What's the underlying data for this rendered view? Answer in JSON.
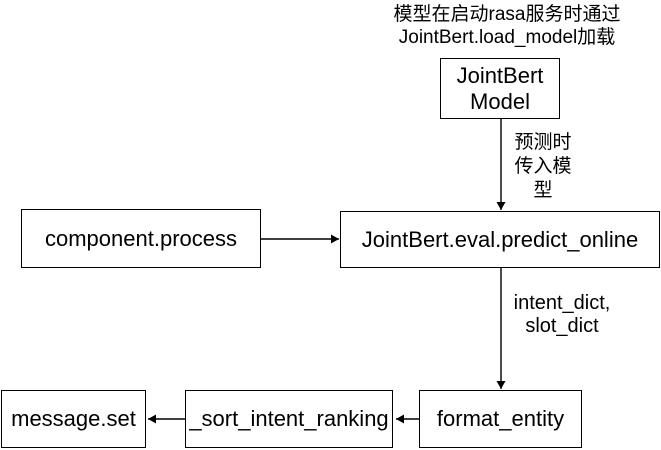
{
  "diagram": {
    "top_note": "模型在启动rasa服务时通过\nJointBert.load_model加载",
    "nodes": {
      "jointbert_model": "JointBert\nModel",
      "component_process": "component.process",
      "predict_online": "JointBert.eval.predict_online",
      "format_entity": "format_entity",
      "sort_intent_ranking": "_sort_intent_ranking",
      "message_set": "message.set"
    },
    "edge_labels": {
      "predict_input": "预测时\n传入模\n型",
      "intent_slot": "intent_dict,\nslot_dict"
    },
    "colors": {
      "line": "#000000",
      "text": "#000000",
      "background": "#ffffff"
    }
  }
}
